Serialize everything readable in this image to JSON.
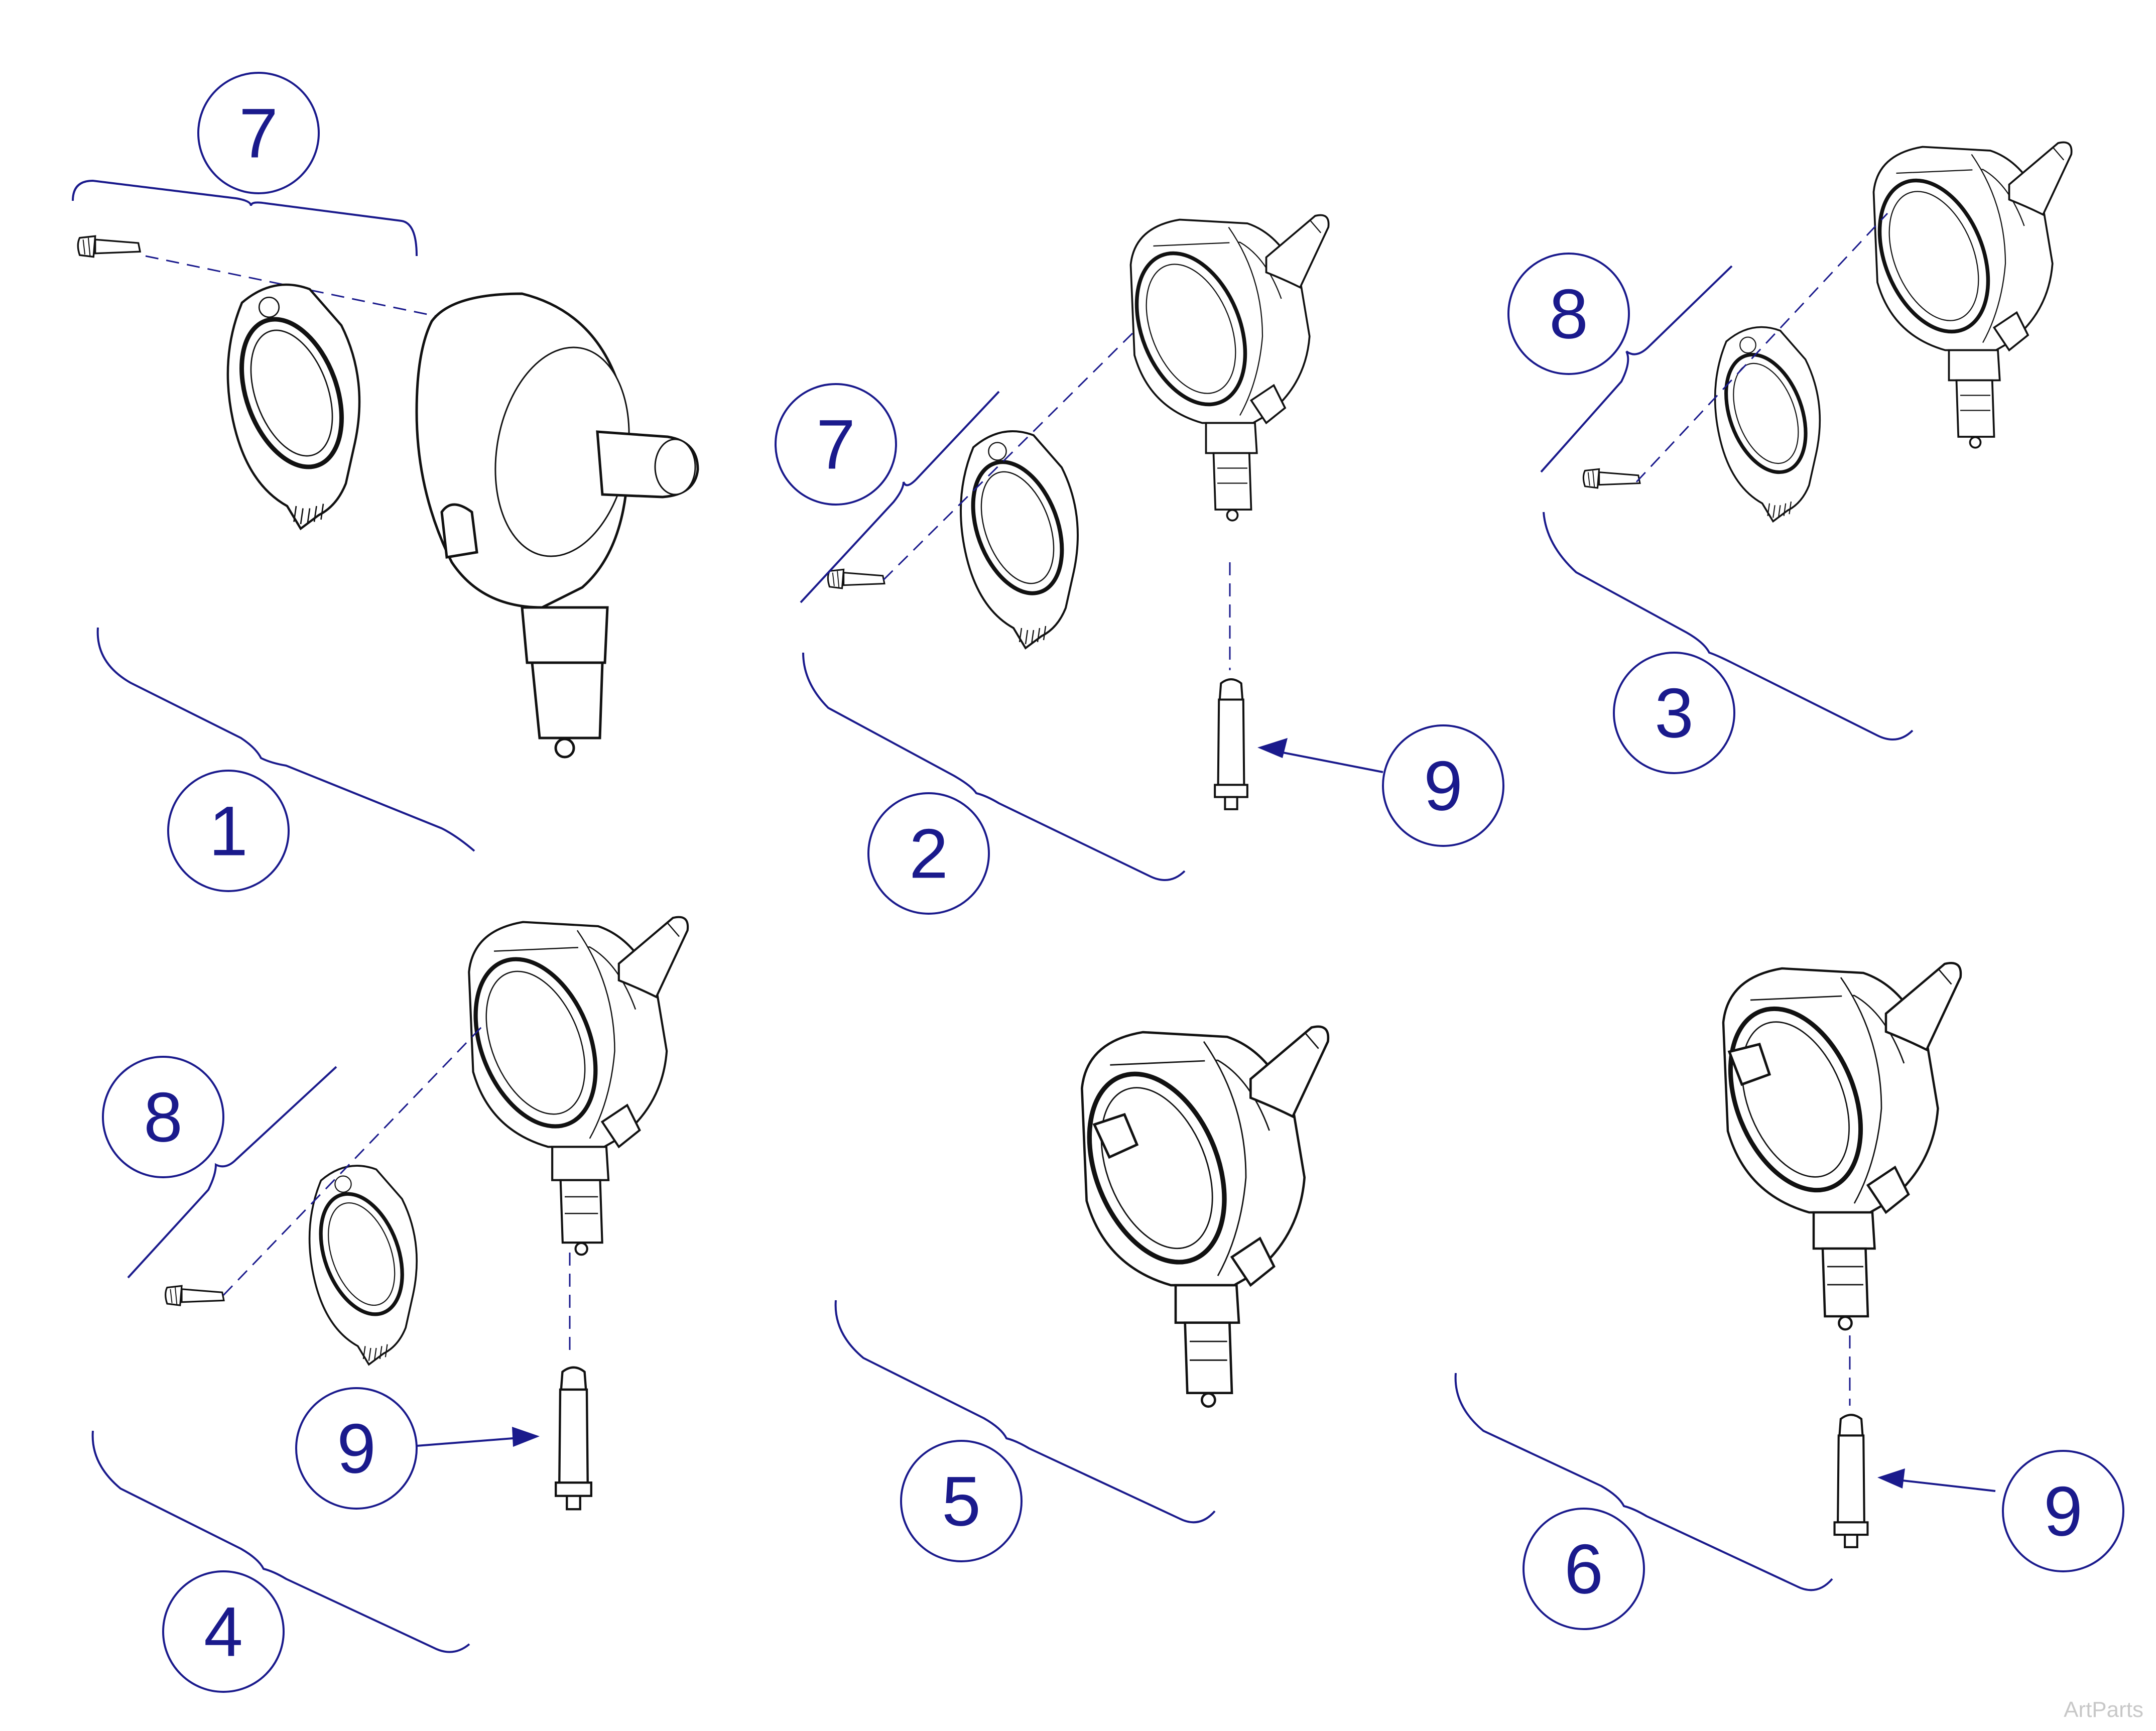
{
  "palette": {
    "callout": "#1a1a8c",
    "line": "#111111",
    "watermark": "#c8c8c8"
  },
  "callouts": {
    "c1": "1",
    "c2": "2",
    "c3": "3",
    "c4": "4",
    "c5": "5",
    "c6": "6",
    "c7a": "7",
    "c7b": "7",
    "c8a": "8",
    "c8b": "8",
    "c9a": "9",
    "c9b": "9",
    "c9c": "9"
  },
  "watermark": "ArtParts"
}
